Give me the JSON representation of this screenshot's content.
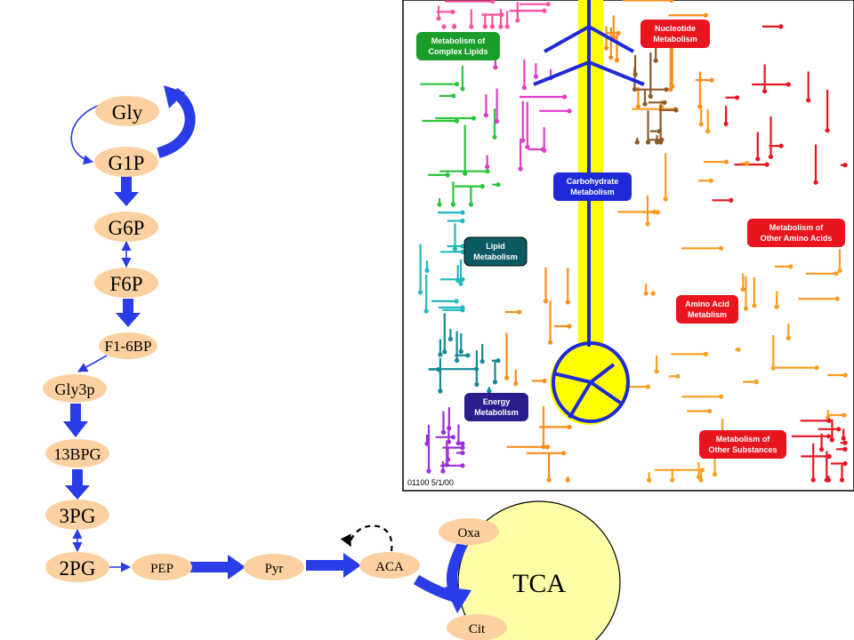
{
  "colors": {
    "node_fill": "#fcd0a0",
    "tca_fill": "#ffffa8",
    "arrow_blue": "#2a3ce8",
    "map_border": "#000000",
    "map_yellow": "#ffff00"
  },
  "pathway": {
    "nodes": [
      {
        "id": "gly",
        "label": "Gly"
      },
      {
        "id": "g1p",
        "label": "G1P"
      },
      {
        "id": "g6p",
        "label": "G6P"
      },
      {
        "id": "f6p",
        "label": "F6P"
      },
      {
        "id": "f16bp",
        "label": "F1-6BP"
      },
      {
        "id": "gly3p",
        "label": "Gly3p"
      },
      {
        "id": "bpg13",
        "label": "13BPG"
      },
      {
        "id": "pg3",
        "label": "3PG"
      },
      {
        "id": "pg2",
        "label": "2PG"
      },
      {
        "id": "pep",
        "label": "PEP"
      },
      {
        "id": "pyr",
        "label": "Pyr"
      },
      {
        "id": "aca",
        "label": "ACA"
      },
      {
        "id": "oxa",
        "label": "Oxa"
      },
      {
        "id": "cit",
        "label": "Cit"
      }
    ],
    "tca_label": "TCA"
  },
  "metabolic_map": {
    "labels": [
      {
        "id": "nucleotide",
        "lines": [
          "Nucleotide",
          "Metabolism"
        ],
        "color": "#e8141e"
      },
      {
        "id": "complex-lipids",
        "lines": [
          "Metabolism of",
          "Complex Lipids"
        ],
        "color": "#1a9e2a"
      },
      {
        "id": "carbohydrate",
        "lines": [
          "Carbohydrate",
          "Metabolism"
        ],
        "color": "#1e2ad8"
      },
      {
        "id": "other-amino",
        "lines": [
          "Metabolism of",
          "Other Amino Acids"
        ],
        "color": "#e8141e"
      },
      {
        "id": "lipid",
        "lines": [
          "Lipid",
          "Metabolism"
        ],
        "color": "#0c5a64"
      },
      {
        "id": "amino-acid",
        "lines": [
          "Amino Acid",
          "Metablism"
        ],
        "color": "#e8141e"
      },
      {
        "id": "energy",
        "lines": [
          "Energy",
          "Metabolism"
        ],
        "color": "#2a1e8c"
      },
      {
        "id": "other-substances",
        "lines": [
          "Metabolism of",
          "Other Substances"
        ],
        "color": "#e8141e"
      }
    ],
    "footer": "01100  5/1/00"
  }
}
